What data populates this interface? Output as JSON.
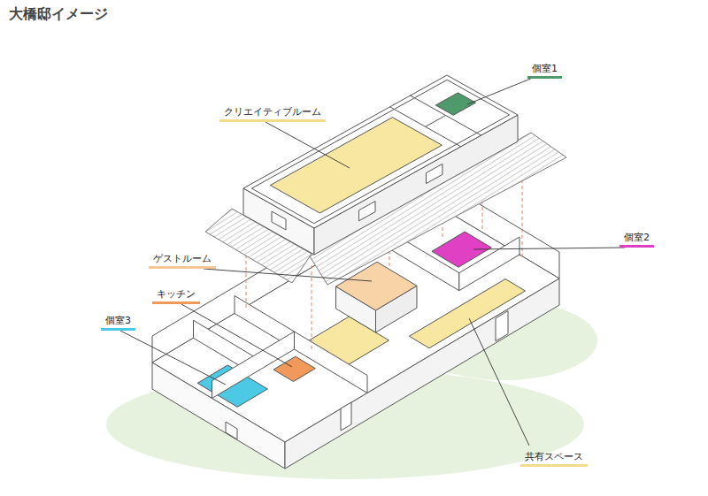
{
  "diagram": {
    "title": "大橋邸イメージ",
    "labels": [
      "個室1",
      "クリエイティブルーム",
      "ゲストルーム",
      "個室2",
      "キッチン",
      "個室3",
      "共有スペース"
    ]
  }
}
